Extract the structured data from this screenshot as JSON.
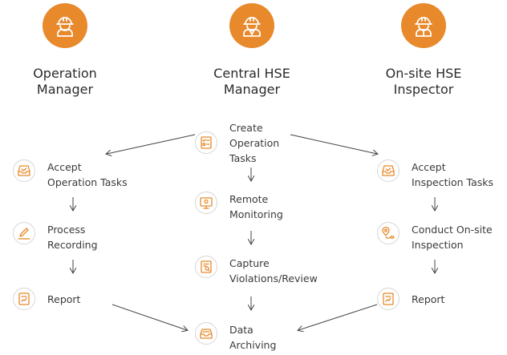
{
  "accent_color": "#e8892b",
  "roles": [
    {
      "id": "operation-manager",
      "label_line1": "Operation",
      "label_line2": "Manager",
      "icon": "worker-helmet-icon"
    },
    {
      "id": "central-hse-manager",
      "label_line1": "Central HSE",
      "label_line2": "Manager",
      "icon": "worker-helmet-vest-icon"
    },
    {
      "id": "onsite-hse-inspector",
      "label_line1": "On-site HSE",
      "label_line2": "Inspector",
      "icon": "worker-helmet-badge-icon"
    }
  ],
  "left_column": [
    {
      "line1": "Accept",
      "line2": "Operation Tasks",
      "icon": "inbox-check-icon"
    },
    {
      "line1": "Process",
      "line2": "Recording",
      "icon": "pen-record-icon"
    },
    {
      "line1": "Report",
      "line2": "",
      "icon": "report-doc-icon"
    }
  ],
  "center_column": [
    {
      "line1": "Create",
      "line2": "Operation",
      "line3": "Tasks",
      "icon": "task-list-icon"
    },
    {
      "line1": "Remote",
      "line2": "Monitoring",
      "line3": "",
      "icon": "monitor-icon"
    },
    {
      "line1": "Capture",
      "line2": "Violations/Review",
      "line3": "",
      "icon": "doc-search-icon"
    },
    {
      "line1": "Data",
      "line2": "Archiving",
      "line3": "",
      "icon": "archive-tray-icon"
    }
  ],
  "right_column": [
    {
      "line1": "Accept",
      "line2": "Inspection Tasks",
      "icon": "inbox-check-icon"
    },
    {
      "line1": "Conduct On-site",
      "line2": "Inspection",
      "icon": "location-route-icon"
    },
    {
      "line1": "Report",
      "line2": "",
      "icon": "report-doc-icon"
    }
  ]
}
